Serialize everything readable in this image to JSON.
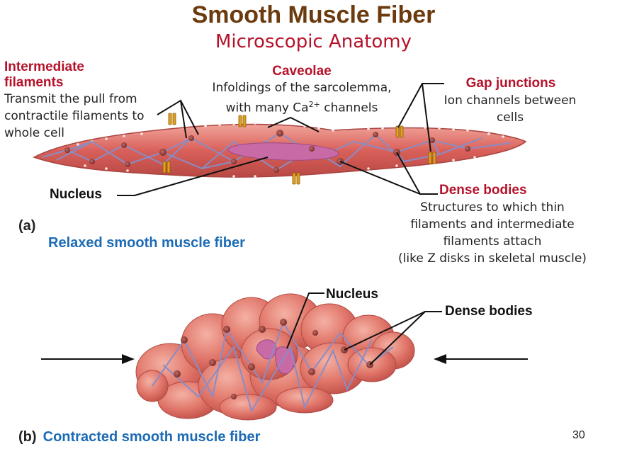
{
  "title": "Smooth Muscle Fiber",
  "subtitle": "Microscopic Anatomy",
  "labels": {
    "intermediate_filaments": {
      "name_line1": "Intermediate",
      "name_line2": "filaments",
      "desc_line1": "Transmit  the pull from",
      "desc_line2": "contractile filaments to",
      "desc_line3": "whole cell"
    },
    "caveolae": {
      "name": "Caveolae",
      "desc_line1": "Infoldings of the sarcolemma,",
      "desc_prefix": "with many Ca",
      "desc_sup": "2+",
      "desc_suffix": " channels"
    },
    "gap_junctions": {
      "name": "Gap junctions",
      "desc_line1": "Ion channels between",
      "desc_line2": "cells"
    },
    "dense_bodies": {
      "name": "Dense bodies",
      "desc_line1": "Structures to which thin",
      "desc_line2": "filaments and intermediate",
      "desc_line3": "filaments attach",
      "desc_line4": "(like Z disks in skeletal muscle)"
    },
    "nucleus_a": "Nucleus",
    "nucleus_b": "Nucleus",
    "dense_bodies_b": "Dense bodies"
  },
  "panels": {
    "a_letter": "(a)",
    "a_caption": "Relaxed smooth muscle fiber",
    "b_letter": "(b)",
    "b_caption": "Contracted smooth muscle fiber"
  },
  "page_number": "30",
  "colors": {
    "title": "#6b3a0e",
    "subtitle": "#b5122a",
    "label_red": "#b5122a",
    "caption_blue": "#1c6bb5",
    "cell_fill": "#d9605a",
    "filament": "#8a8cc4",
    "nucleus": "#c86aa6",
    "gap_junction": "#e0a020"
  }
}
